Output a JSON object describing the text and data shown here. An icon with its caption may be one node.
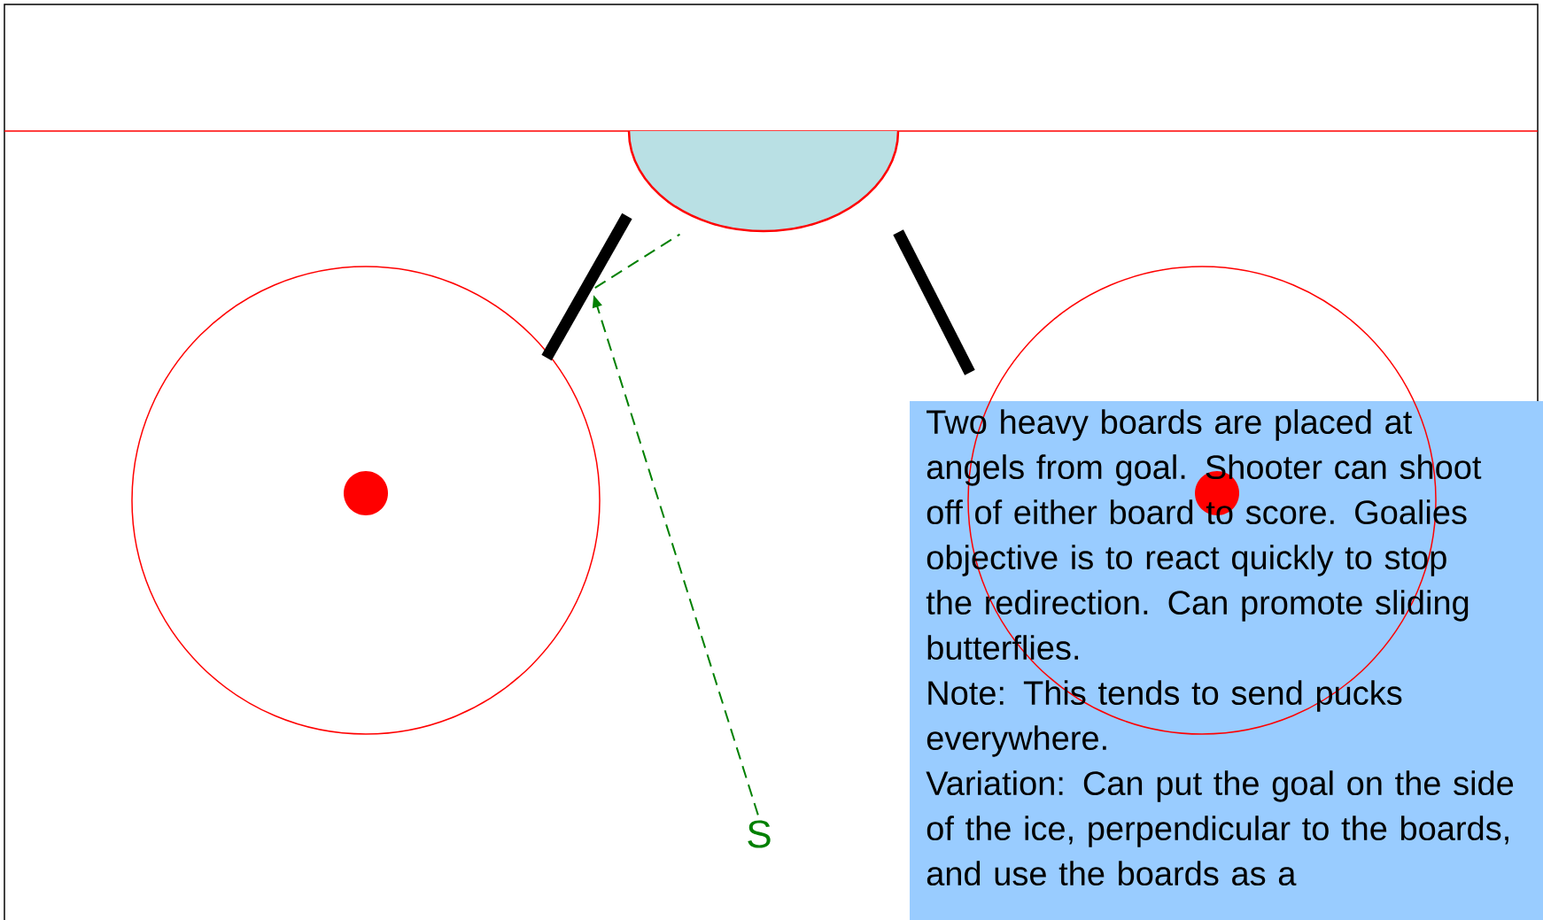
{
  "diagram": {
    "nodes": [
      {
        "text": [],
        "shape": "semicircle"
      },
      {
        "text": [],
        "shape": "bar"
      },
      {
        "text": [],
        "shape": "bar"
      },
      {
        "text": [
          "Two heavy boards are placed at angels from goal. Shooter can shoot off of either board to score. Goalies objective is to react quickly to stop the redirection. Can promote sliding butterflies.",
          "Note: This tends to send pucks everywhere.",
          "Variation: Can put the goal on the side of the ice, perpendicular to the boards, and use the boards as a"
        ]
      },
      {
        "text": [
          "S"
        ]
      }
    ],
    "edges": [
      {
        "from": 4,
        "to": 1,
        "arrow": "to",
        "style": "dashed"
      },
      {
        "from": 1,
        "to": 0,
        "arrow": "none",
        "style": "dashed"
      }
    ]
  }
}
